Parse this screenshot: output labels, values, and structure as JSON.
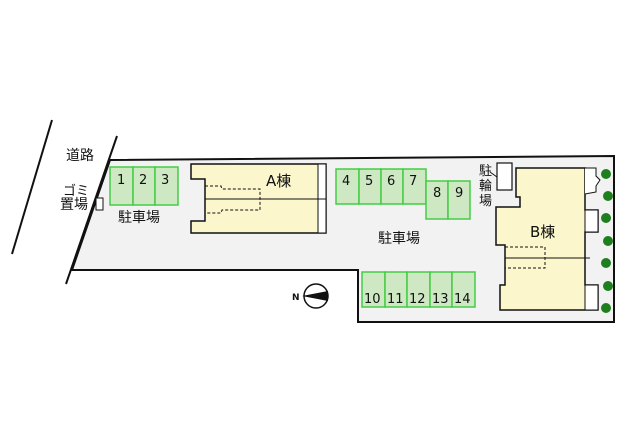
{
  "labels": {
    "road": "道路",
    "garbage_line1": "ゴミ",
    "garbage_line2": "置場",
    "parking_left": "駐車場",
    "parking_center": "駐車場",
    "bicycle_line1": "駐",
    "bicycle_line2": "輪",
    "bicycle_line3": "場",
    "building_a": "A棟",
    "building_b": "B棟",
    "compass_n": "N"
  },
  "parking_spaces": {
    "group1": [
      "1",
      "2",
      "3"
    ],
    "group2": [
      "4",
      "5",
      "6",
      "7"
    ],
    "group3": [
      "8",
      "9"
    ],
    "group4": [
      "10",
      "11",
      "12",
      "13",
      "14"
    ]
  },
  "colors": {
    "lot_fill": "#f2f2f2",
    "parking_fill": "#cde8c3",
    "parking_stroke": "#44cc44",
    "building_fill": "#fbf6cc",
    "tree": "#1e7f1e",
    "line": "#111111"
  }
}
